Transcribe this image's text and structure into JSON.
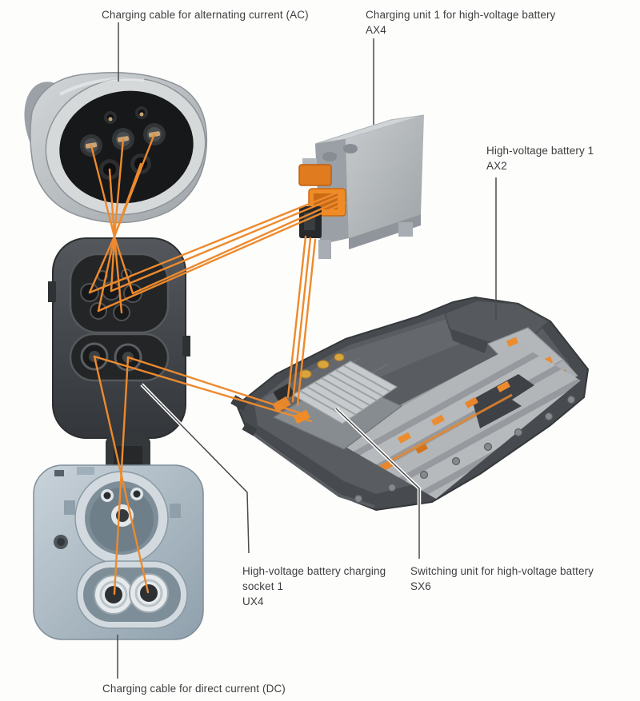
{
  "figure": {
    "type": "technical-parts-diagram",
    "subject": "High-voltage battery charging system components"
  },
  "labels": {
    "ac_cable": {
      "name": "Charging cable for alternating current (AC)"
    },
    "charging_unit": {
      "name": "Charging unit 1 for high-voltage battery",
      "code": "AX4"
    },
    "hv_battery": {
      "name": "High-voltage battery 1",
      "code": "AX2"
    },
    "charging_socket": {
      "name": "High-voltage battery charging socket 1",
      "code": "UX4"
    },
    "switching_unit": {
      "name": "Switching unit for high-voltage battery",
      "code": "SX6"
    },
    "dc_cable": {
      "name": "Charging cable for direct current (DC)"
    }
  },
  "colors": {
    "wire_orange": "#ED8A2D",
    "callout_line": "#4b4b4b",
    "label_text": "#3e3e40",
    "background": "#fdfdfc"
  }
}
